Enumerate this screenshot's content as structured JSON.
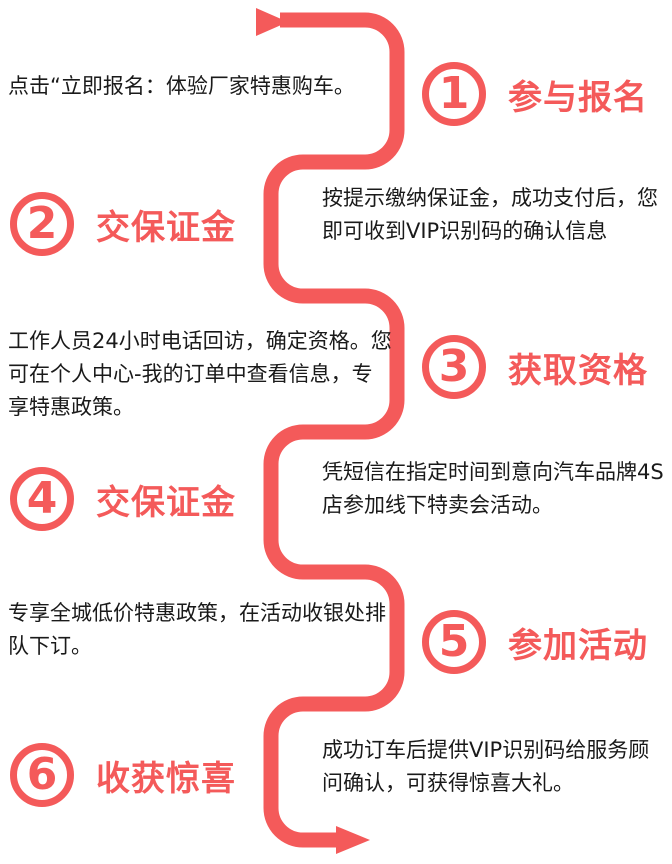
{
  "accent_color": "#f45a5a",
  "steps": [
    {
      "number": "1",
      "title": "参与报名",
      "description": "点击“立即报名：体验厂家特惠购车。"
    },
    {
      "number": "2",
      "title": "交保证金",
      "description": "按提示缴纳保证金，成功支付后，您即可收到VIP识别码的确认信息"
    },
    {
      "number": "3",
      "title": "获取资格",
      "description": "工作人员24小时电话回访，确定资格。您可在个人中心-我的订单中查看信息，专享特惠政策。"
    },
    {
      "number": "4",
      "title": "交保证金",
      "description": "凭短信在指定时间到意向汽车品牌4S店参加线下特卖会活动。"
    },
    {
      "number": "5",
      "title": "参加活动",
      "description": "专享全城低价特惠政策，在活动收银处排队下订。"
    },
    {
      "number": "6",
      "title": "收获惊喜",
      "description": "成功订车后提供VIP识别码给服务顾问确认，可获得惊喜大礼。"
    }
  ]
}
